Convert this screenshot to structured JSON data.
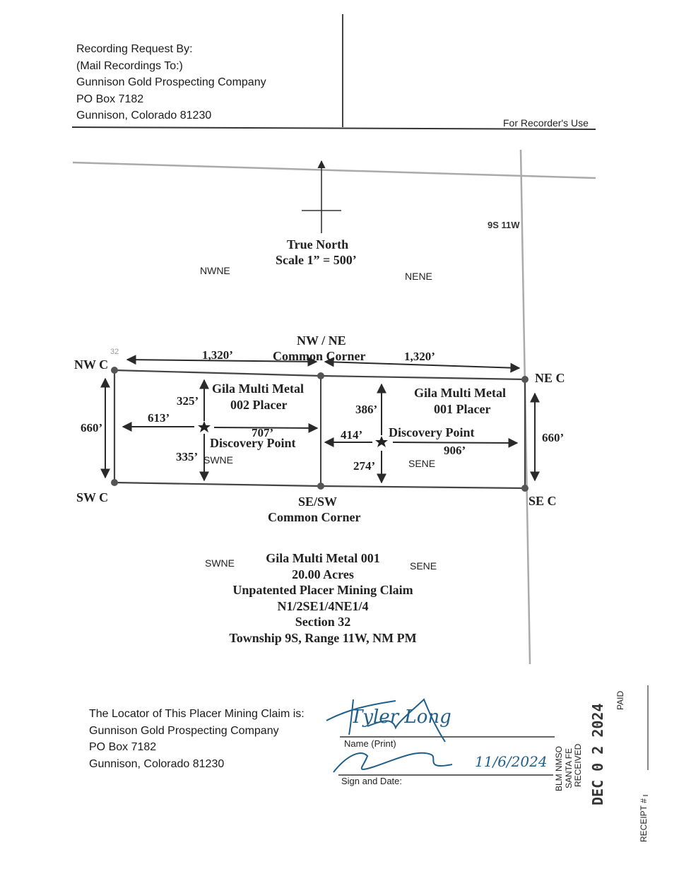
{
  "header": {
    "request_lines": [
      "Recording Request By:",
      "(Mail Recordings To:)",
      "Gunnison Gold Prospecting Company",
      "PO Box 7182",
      "Gunnison, Colorado 81230"
    ],
    "recorder_label": "For Recorder's Use"
  },
  "map": {
    "section_ref": "9S 11W",
    "north_title": "True North",
    "scale": "Scale 1” = 500’",
    "section_number": "32",
    "quarter_labels": {
      "nwne_top": "NWNE",
      "nene_top": "NENE",
      "swne_inner": "SWNE",
      "sene_inner": "SENE",
      "swne_bottom": "SWNE",
      "sene_bottom": "SENE"
    },
    "corners": {
      "nw": "NW C",
      "ne": "NE C",
      "sw": "SW C",
      "se": "SE C",
      "top_common_1": "NW / NE",
      "top_common_2": "Common Corner",
      "bottom_common_1": "SE/SW",
      "bottom_common_2": "Common Corner"
    },
    "dimensions": {
      "top_left": "1,320’",
      "top_right": "1,320’",
      "left_side": "660’",
      "right_side": "660’",
      "w_up": "325’",
      "w_left": "613’",
      "w_right": "707’",
      "w_down": "335’",
      "e_up": "386’",
      "e_left": "414’",
      "e_right": "906’",
      "e_down": "274’"
    },
    "claims": {
      "west_name_1": "Gila Multi Metal",
      "west_name_2": "002 Placer",
      "east_name_1": "Gila Multi Metal",
      "east_name_2": "001 Placer",
      "discovery_west": "Discovery Point",
      "discovery_east": "Discovery Point"
    }
  },
  "claim_info": [
    "Gila Multi Metal 001",
    "20.00 Acres",
    "Unpatented Placer Mining Claim",
    "N1/2SE1/4NE1/4",
    "Section 32",
    "Township 9S, Range 11W, NM PM"
  ],
  "locator": {
    "lines": [
      "The Locator of This Placer Mining Claim is:",
      "Gunnison Gold Prospecting Company",
      "PO Box 7182",
      "Gunnison, Colorado 81230"
    ],
    "name_label": "Name (Print)",
    "sign_label": "Sign and Date:",
    "handwritten_name": "Tyler Long",
    "handwritten_date": "11/6/2024"
  },
  "stamp": {
    "agency_1": "BLM NMSO",
    "agency_2": "SANTA FE",
    "agency_3": "RECEIVED",
    "date": "DEC 0 2 2024",
    "paid": "PAID",
    "receipt": "RECEIPT #"
  },
  "colors": {
    "ink": "#1a1a1a",
    "signature": "#1f5f8b",
    "grid": "#aaaaaa"
  }
}
